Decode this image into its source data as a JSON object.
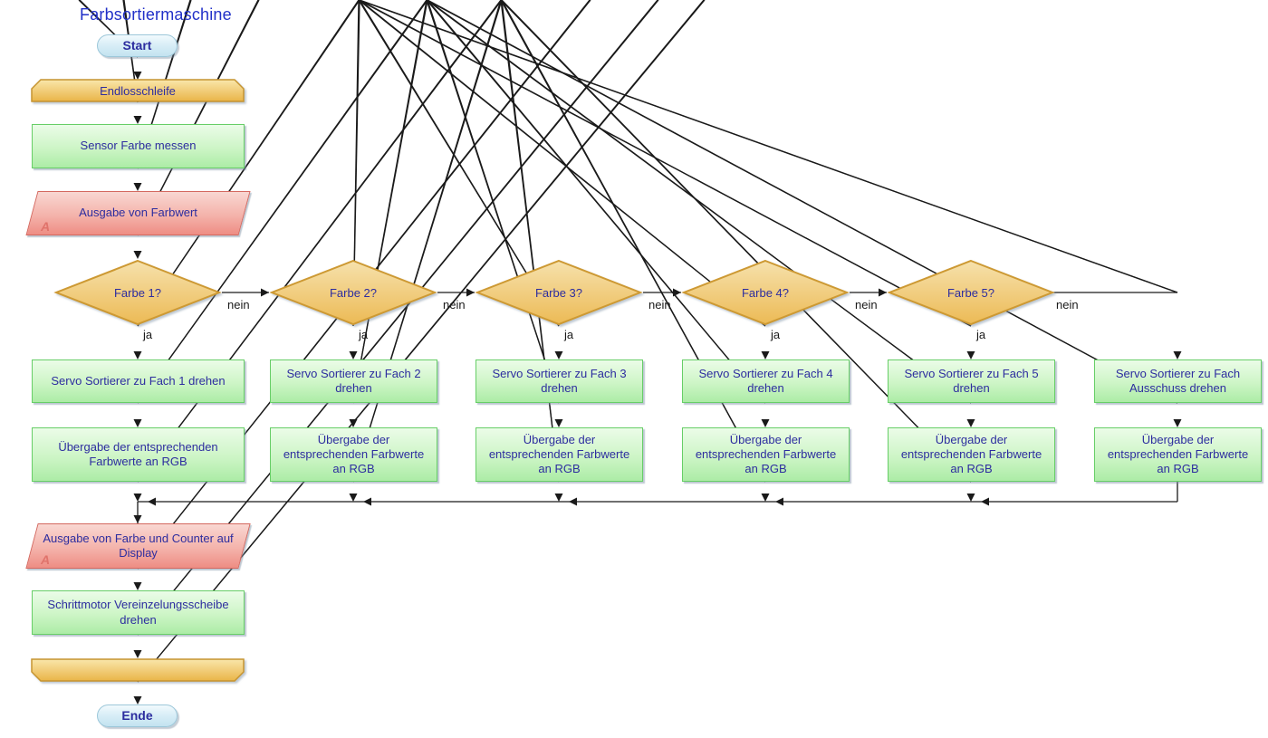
{
  "title": "Farbsortiermaschine",
  "terminators": {
    "start": "Start",
    "end": "Ende"
  },
  "loop": {
    "header": "Endlosschleife"
  },
  "top_sequence": {
    "sensor": "Sensor Farbe messen",
    "output_value": "Ausgabe von Farbwert"
  },
  "io_marker": "A",
  "labels": {
    "yes": "ja",
    "no": "nein"
  },
  "columns": [
    {
      "decision": "Farbe 1?",
      "servo": "Servo Sortierer zu Fach 1 drehen",
      "rgb": "Übergabe der entsprechenden Farbwerte an RGB"
    },
    {
      "decision": "Farbe 2?",
      "servo": "Servo Sortierer zu Fach 2 drehen",
      "rgb": "Übergabe der entsprechenden Farbwerte an RGB"
    },
    {
      "decision": "Farbe 3?",
      "servo": "Servo Sortierer zu Fach 3 drehen",
      "rgb": "Übergabe der entsprechenden Farbwerte an RGB"
    },
    {
      "decision": "Farbe 4?",
      "servo": "Servo Sortierer zu Fach 4 drehen",
      "rgb": "Übergabe der entsprechenden Farbwerte an RGB"
    },
    {
      "decision": "Farbe 5?",
      "servo": "Servo Sortierer zu Fach 5 drehen",
      "rgb": "Übergabe der entsprechenden Farbwerte an RGB"
    },
    {
      "decision": "",
      "servo": "Servo Sortierer zu Fach Ausschuss drehen",
      "rgb": "Übergabe der entsprechenden Farbwerte an RGB"
    }
  ],
  "bottom_sequence": {
    "output_display": "Ausgabe von Farbe und Counter auf Display",
    "stepper": "Schrittmotor Vereinzelungsscheibe drehen"
  },
  "colors": {
    "title_text": "#2130c8",
    "node_text": "#2d2d9f",
    "process_fill_top": "#ebfce8",
    "process_fill_bottom": "#aceca6",
    "process_border": "#67ce67",
    "decision_fill_top": "#f6e1ac",
    "decision_fill_bottom": "#ecba55",
    "decision_border": "#cd9933",
    "io_fill_top": "#f9d7d2",
    "io_fill_bottom": "#ee8d84",
    "io_border": "#d4685f",
    "io_marker_text": "#e0736b",
    "terminator_fill_top": "#f2fafd",
    "terminator_fill_bottom": "#c3e3f0",
    "terminator_border": "#9cc7d9",
    "loop_fill_top": "#f9e6ab",
    "loop_fill_bottom": "#e9b548",
    "loop_border": "#c69431",
    "connector": "#1a1a1a"
  }
}
